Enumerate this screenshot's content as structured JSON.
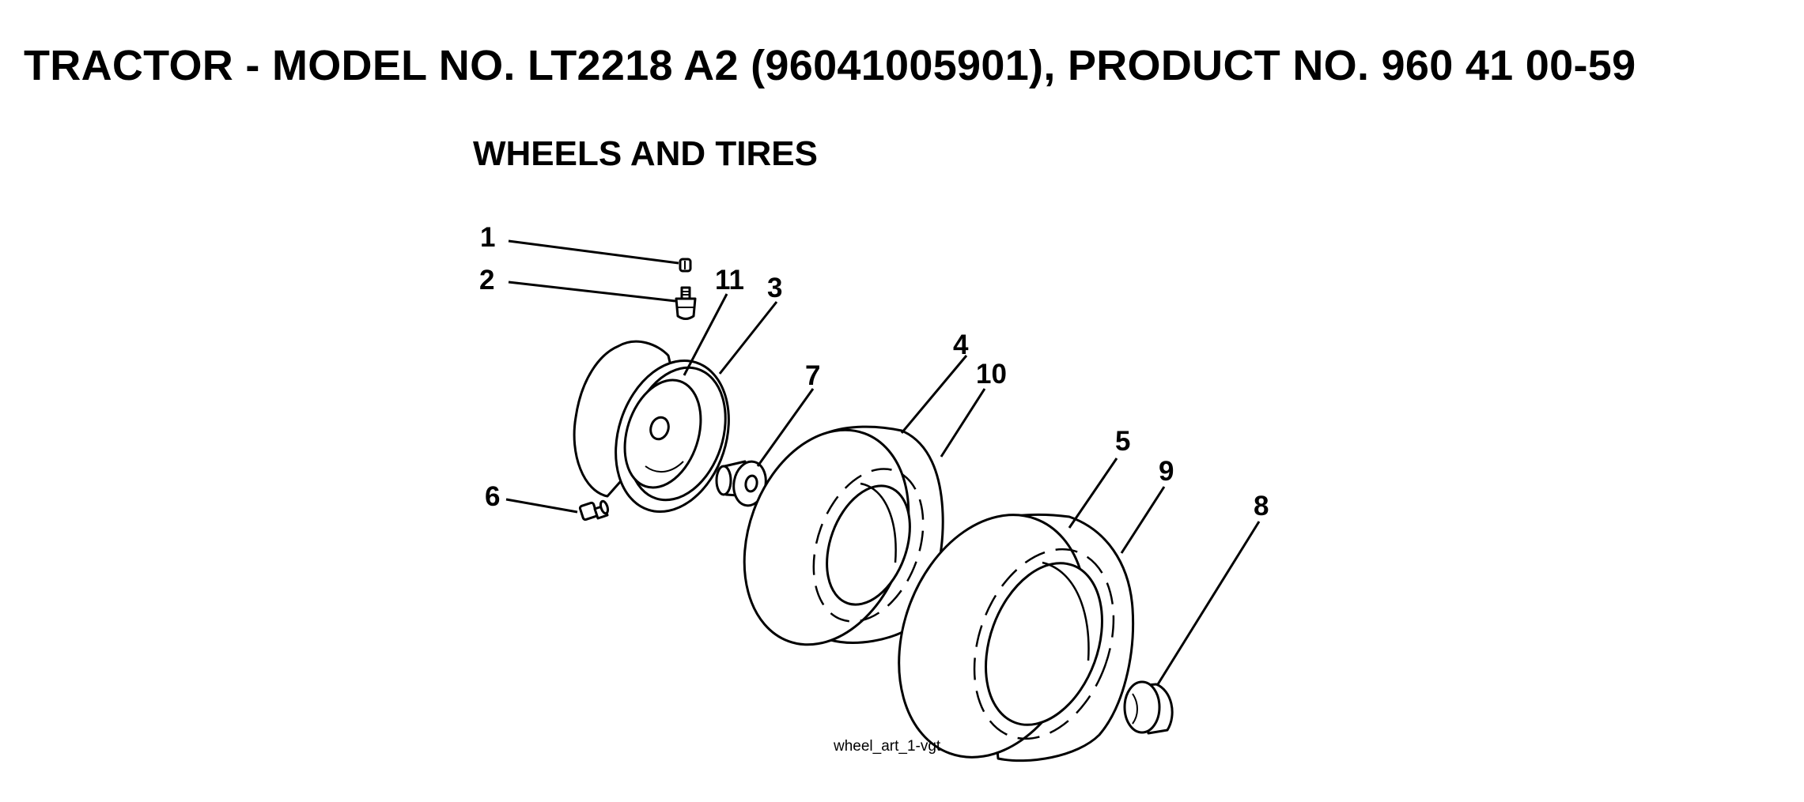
{
  "header": {
    "title": "TRACTOR - MODEL NO. LT2218 A2 (96041005901), PRODUCT NO. 960 41 00-59",
    "section": "WHEELS AND TIRES"
  },
  "callouts": [
    "1",
    "2",
    "11",
    "3",
    "7",
    "4",
    "10",
    "5",
    "9",
    "8",
    "6"
  ],
  "art_label": "wheel_art_1-vgt"
}
